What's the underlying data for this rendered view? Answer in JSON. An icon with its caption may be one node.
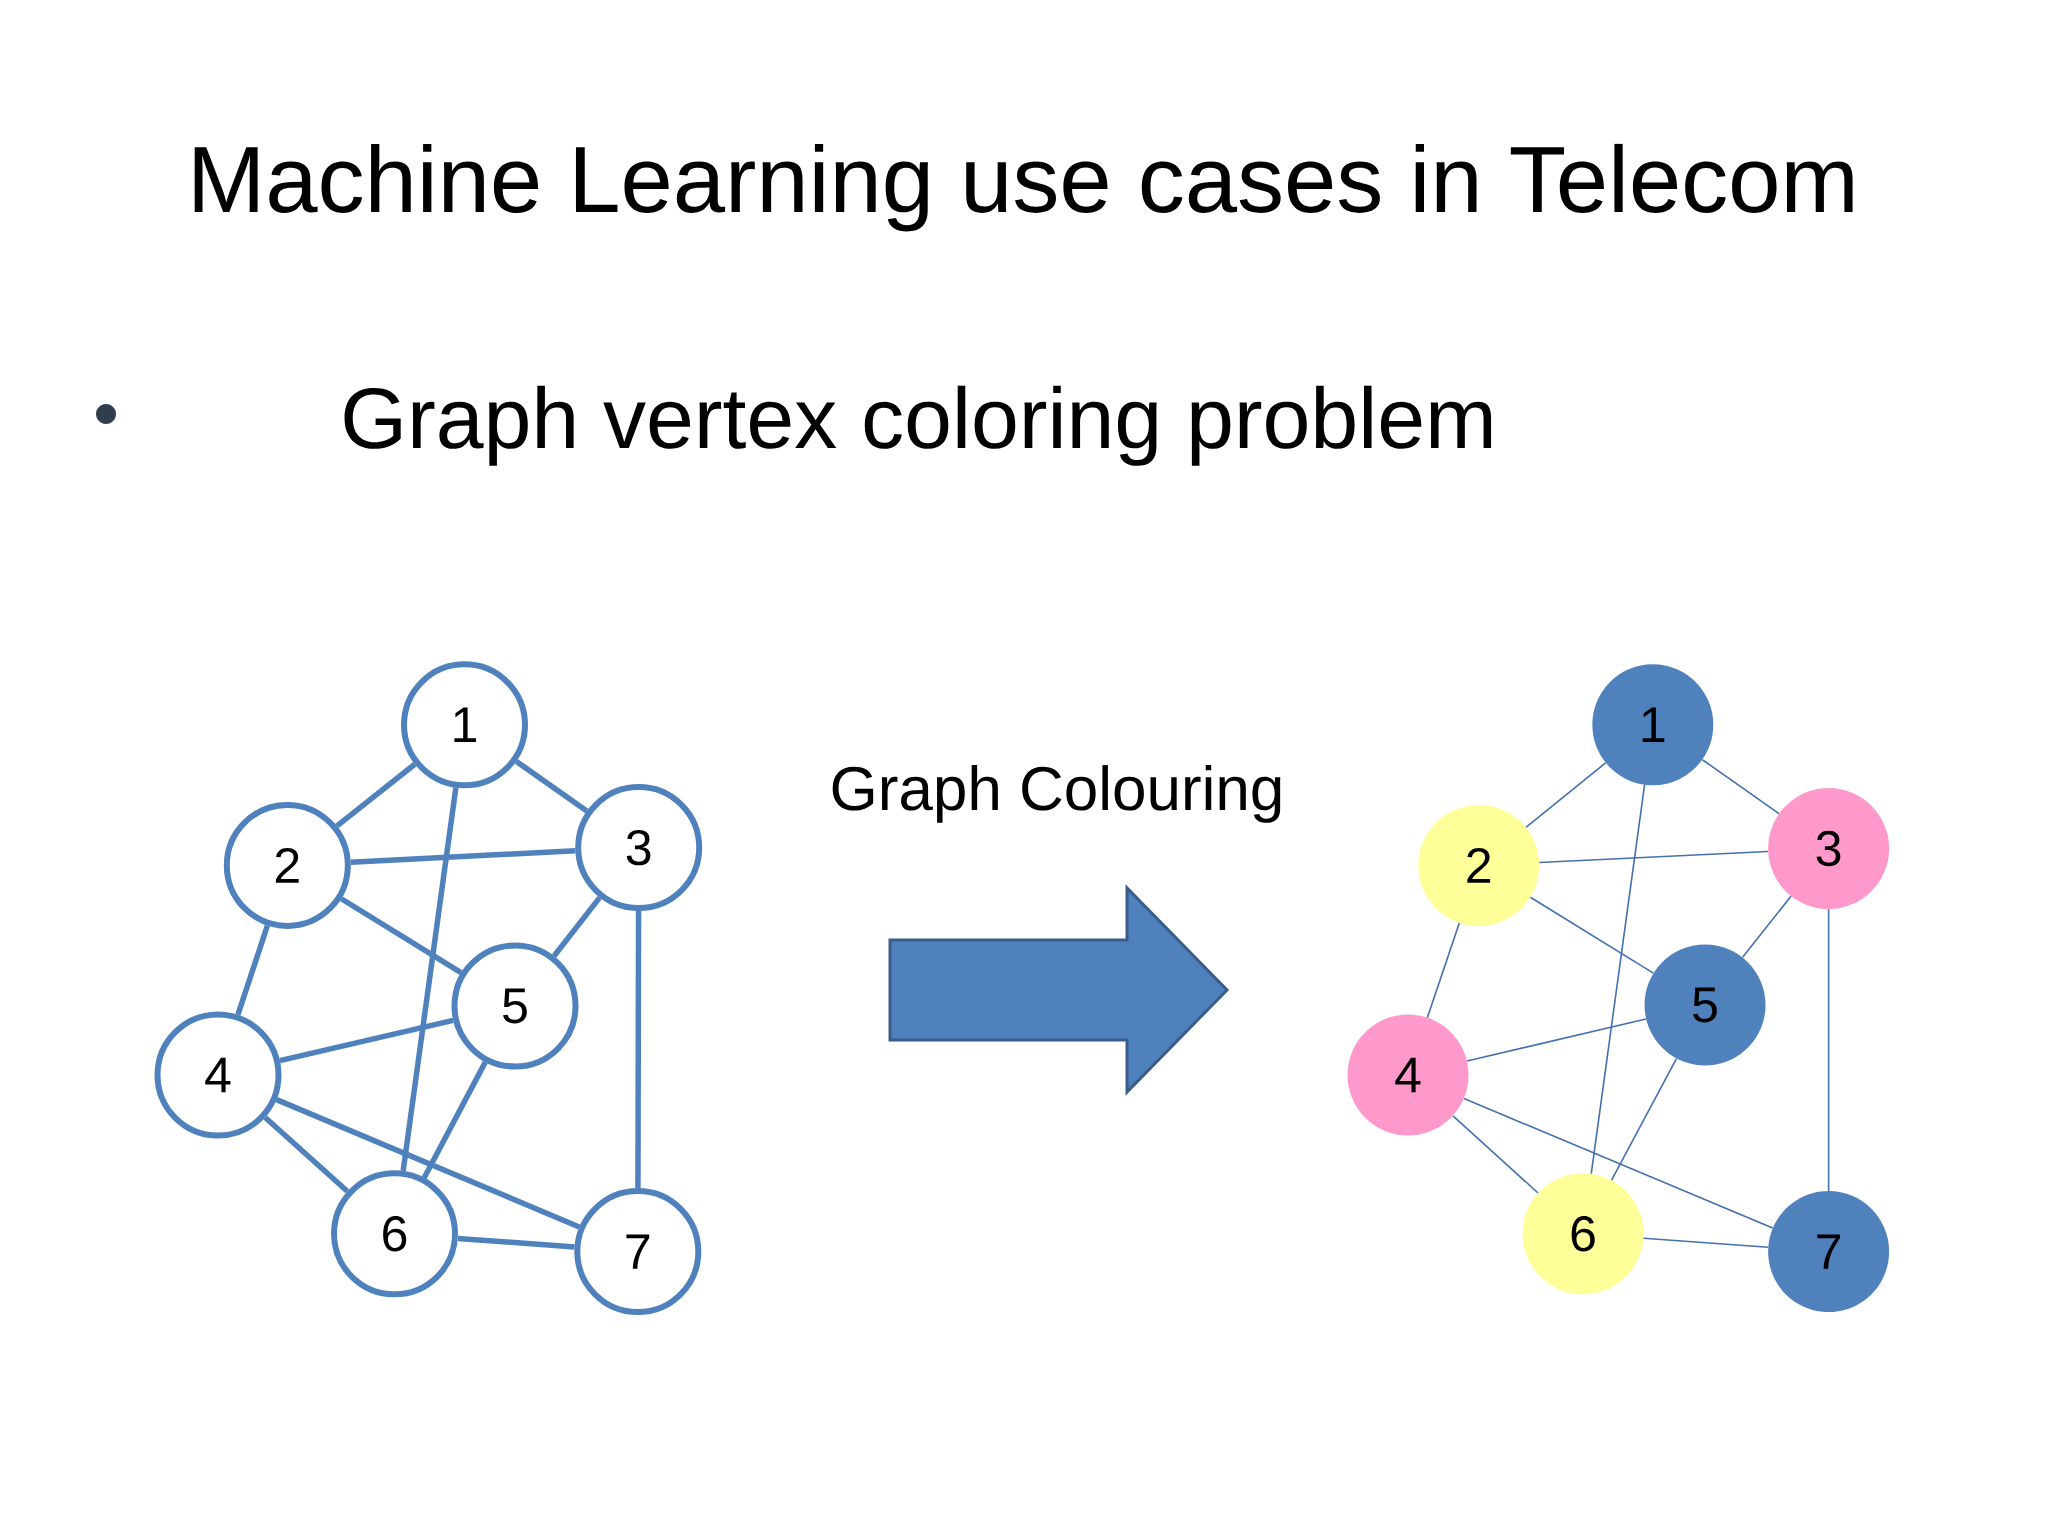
{
  "diagram": {
    "title": "Machine Learning use cases in Telecom",
    "nodes": [
      {
        "text": [
          "1"
        ]
      },
      {
        "text": [
          "2"
        ]
      },
      {
        "text": [
          "3"
        ]
      },
      {
        "text": [
          "4"
        ]
      },
      {
        "text": [
          "5"
        ]
      },
      {
        "text": [
          "6"
        ]
      },
      {
        "text": [
          "7"
        ]
      },
      {
        "text": [
          "1"
        ]
      },
      {
        "text": [
          "2"
        ]
      },
      {
        "text": [
          "3"
        ]
      },
      {
        "text": [
          "4"
        ]
      },
      {
        "text": [
          "5"
        ]
      },
      {
        "text": [
          "6"
        ]
      },
      {
        "text": [
          "7"
        ]
      }
    ],
    "edges": [
      {
        "from": 0,
        "to": 1,
        "arrow": "none",
        "style": "thick"
      },
      {
        "from": 0,
        "to": 2,
        "arrow": "none",
        "style": "thick"
      },
      {
        "from": 0,
        "to": 5,
        "arrow": "none",
        "style": "thick"
      },
      {
        "from": 1,
        "to": 2,
        "arrow": "none",
        "style": "thick"
      },
      {
        "from": 1,
        "to": 4,
        "arrow": "none",
        "style": "thick"
      },
      {
        "from": 1,
        "to": 3,
        "arrow": "none",
        "style": "thick"
      },
      {
        "from": 2,
        "to": 4,
        "arrow": "none",
        "style": "thick"
      },
      {
        "from": 2,
        "to": 6,
        "arrow": "none",
        "style": "thick"
      },
      {
        "from": 3,
        "to": 4,
        "arrow": "none",
        "style": "thick"
      },
      {
        "from": 3,
        "to": 5,
        "arrow": "none",
        "style": "thick"
      },
      {
        "from": 3,
        "to": 6,
        "arrow": "none",
        "style": "thick"
      },
      {
        "from": 4,
        "to": 5,
        "arrow": "none",
        "style": "thick"
      },
      {
        "from": 5,
        "to": 6,
        "arrow": "none",
        "style": "thick"
      },
      {
        "from": 7,
        "to": 8,
        "arrow": "none"
      },
      {
        "from": 7,
        "to": 9,
        "arrow": "none"
      },
      {
        "from": 7,
        "to": 12,
        "arrow": "none"
      },
      {
        "from": 8,
        "to": 9,
        "arrow": "none"
      },
      {
        "from": 8,
        "to": 11,
        "arrow": "none"
      },
      {
        "from": 8,
        "to": 10,
        "arrow": "none"
      },
      {
        "from": 9,
        "to": 11,
        "arrow": "none"
      },
      {
        "from": 9,
        "to": 13,
        "arrow": "none"
      },
      {
        "from": 10,
        "to": 11,
        "arrow": "none"
      },
      {
        "from": 10,
        "to": 12,
        "arrow": "none"
      },
      {
        "from": 10,
        "to": 13,
        "arrow": "none"
      },
      {
        "from": 11,
        "to": 12,
        "arrow": "none"
      },
      {
        "from": 12,
        "to": 13,
        "arrow": "none"
      }
    ],
    "labels": [
      "Graph vertex coloring problem",
      "Graph Colouring"
    ]
  }
}
